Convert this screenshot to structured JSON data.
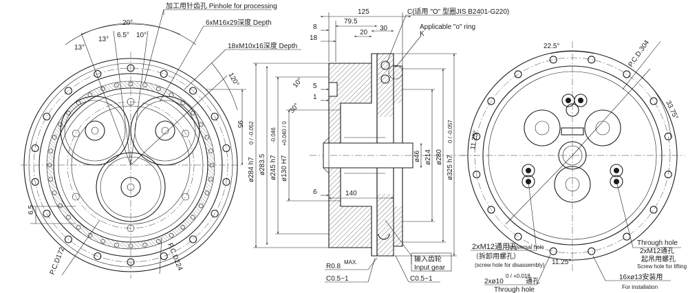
{
  "left_view": {
    "angles": {
      "a20": "20°",
      "a13a": "13°",
      "a13b": "13°",
      "a65": "6.5°",
      "a10": "10°",
      "a120": "120°"
    },
    "notes": {
      "pinhole": "加工用针齿孔 Pinhole for processing",
      "m16": "6xM16x29深度 Depth",
      "m10": "18xM10x16深度 Depth"
    },
    "dims": {
      "d95": "95",
      "d65": "6.5",
      "pcd172": "P.C.D172",
      "pcd224": "P.C.D224"
    }
  },
  "section_view": {
    "top_dims": {
      "d125": "125",
      "d79_5": "79.5",
      "d30": "30",
      "d20": "20",
      "d8": "8",
      "d18": "18",
      "d5": "5",
      "d1": "1"
    },
    "angles": {
      "a10": "10°",
      "a30": "30°"
    },
    "diameters": {
      "d284": "ø284 h7",
      "d283_5": "ø283.5",
      "d245": "ø245 h7",
      "d130": "ø130 H7",
      "d46": "ø46",
      "d214": "ø214",
      "d280": "ø280",
      "d325": "ø325 h7"
    },
    "tolerances": {
      "t284": "0 / -0.052",
      "t245": "-0.046",
      "t130": "+0.040 / 0",
      "t325": "0 / -0.057"
    },
    "bottom_dims": {
      "d6": "6",
      "d140": "140"
    },
    "notes": {
      "oring_cn": "C(适用 \"O\" 型圈JIS B2401-G220)",
      "oring_en": "Applicable \"o\" ring",
      "k": "K",
      "input_gear_cn": "输入齿轮",
      "input_gear_en": "Input gear",
      "r08": "R0.8",
      "r08_sup": "MAX.",
      "c05a": "C0.5~1",
      "c05b": "C0.5~1"
    }
  },
  "right_view": {
    "dims": {
      "a22_5": "22.5°",
      "pcd304": "P.C.D.304",
      "a11_25a": "11.25°",
      "a33_75": "33.75°",
      "a11_25b": "11.25°"
    },
    "notes": {
      "m12_universal": "2xM12通用孔",
      "m12_universal_en": "Universal hole",
      "m12_screw_cn": "（拆卸用螺孔）",
      "m12_screw_en": "(screw hole for disassembly)",
      "phi10": "2xø10",
      "phi10_tol": "0 / +0.018",
      "phi10_cn": "通孔",
      "phi10_en": "Through hole",
      "through_hole_en": "Through hole",
      "m12_lift": "2xM12通孔",
      "lift_cn": "起吊用螺孔",
      "lift_en": "Screw hole for lifting",
      "install": "16xø13安装用",
      "install_en": "For installation"
    }
  }
}
